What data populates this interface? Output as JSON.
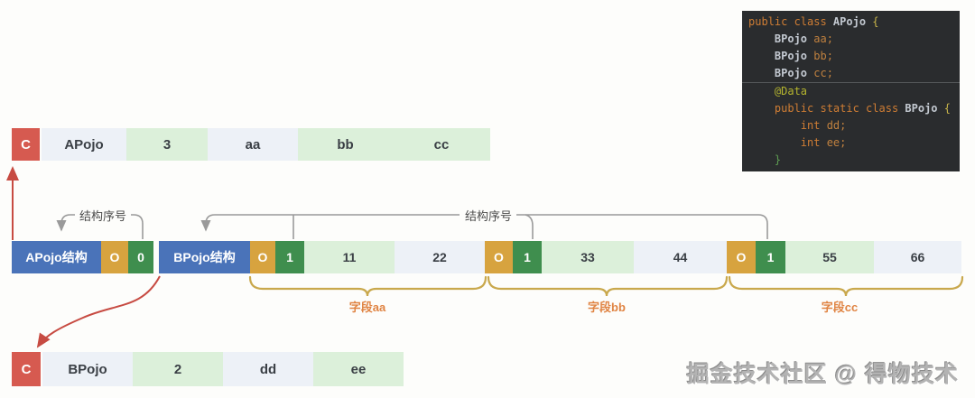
{
  "colors": {
    "red": "#d65a50",
    "blue": "#4a73b9",
    "gold": "#d7a33f",
    "green": "#3f8e4e",
    "lightgreen": "#dcf0da",
    "lightgray": "#edf1f7",
    "dark_text": "#3a3f45",
    "brace_gold": "#c9a84c",
    "field_label_orange": "#e08443",
    "bracket_gray": "#9a9a9a",
    "arrow_red": "#c74b42",
    "code_background": "#2a2c2e"
  },
  "rows": {
    "apojo_class": {
      "cells": [
        {
          "text": "C",
          "style": "red"
        },
        {
          "text": "APojo",
          "style": "lightgray"
        },
        {
          "text": "3",
          "style": "lightgreen"
        },
        {
          "text": "aa",
          "style": "lightgray"
        },
        {
          "text": "bb",
          "style": "lightgreen"
        },
        {
          "text": "cc",
          "style": "lightgreen"
        }
      ]
    },
    "structure": {
      "cells": [
        {
          "text": "APojo结构",
          "style": "blue"
        },
        {
          "text": "O",
          "style": "gold"
        },
        {
          "text": "0",
          "style": "green"
        },
        {
          "text": "BPojo结构",
          "style": "blue"
        },
        {
          "text": "O",
          "style": "gold"
        },
        {
          "text": "1",
          "style": "green"
        },
        {
          "text": "11",
          "style": "lightgreen"
        },
        {
          "text": "22",
          "style": "lightgray"
        },
        {
          "text": "O",
          "style": "gold"
        },
        {
          "text": "1",
          "style": "green"
        },
        {
          "text": "33",
          "style": "lightgreen"
        },
        {
          "text": "44",
          "style": "lightgray"
        },
        {
          "text": "O",
          "style": "gold"
        },
        {
          "text": "1",
          "style": "green"
        },
        {
          "text": "55",
          "style": "lightgreen"
        },
        {
          "text": "66",
          "style": "lightgray"
        }
      ]
    },
    "bpojo_class": {
      "cells": [
        {
          "text": "C",
          "style": "red"
        },
        {
          "text": "BPojo",
          "style": "lightgray"
        },
        {
          "text": "2",
          "style": "lightgreen"
        },
        {
          "text": "dd",
          "style": "lightgray"
        },
        {
          "text": "ee",
          "style": "lightgreen"
        }
      ]
    }
  },
  "annotations": {
    "seq_label_left": "结构序号",
    "seq_label_right": "结构序号",
    "field_braces": [
      {
        "label": "字段aa"
      },
      {
        "label": "字段bb"
      },
      {
        "label": "字段cc"
      }
    ]
  },
  "code_panel": {
    "lines": [
      {
        "sep": false,
        "tokens": [
          [
            "public class ",
            "kw"
          ],
          [
            "APojo ",
            "cls"
          ],
          [
            "{",
            "br"
          ]
        ]
      },
      {
        "sep": false,
        "tokens": [
          [
            "    ",
            "pl"
          ],
          [
            "BPojo ",
            "cls"
          ],
          [
            "aa;",
            "fld"
          ]
        ]
      },
      {
        "sep": false,
        "tokens": [
          [
            "    ",
            "pl"
          ],
          [
            "BPojo ",
            "cls"
          ],
          [
            "bb;",
            "fld"
          ]
        ]
      },
      {
        "sep": true,
        "tokens": [
          [
            "    ",
            "pl"
          ],
          [
            "BPojo ",
            "cls"
          ],
          [
            "cc;",
            "fld"
          ]
        ]
      },
      {
        "sep": false,
        "tokens": [
          [
            "    ",
            "pl"
          ],
          [
            "@Data",
            "ann"
          ]
        ]
      },
      {
        "sep": false,
        "tokens": [
          [
            "    ",
            "pl"
          ],
          [
            "public static class ",
            "kw"
          ],
          [
            "BPojo ",
            "cls"
          ],
          [
            "{",
            "br"
          ]
        ]
      },
      {
        "sep": false,
        "tokens": [
          [
            "        ",
            "pl"
          ],
          [
            "int ",
            "kw"
          ],
          [
            "dd;",
            "fld"
          ]
        ]
      },
      {
        "sep": false,
        "tokens": [
          [
            "        ",
            "pl"
          ],
          [
            "int ",
            "kw"
          ],
          [
            "ee;",
            "fld"
          ]
        ]
      },
      {
        "sep": false,
        "tokens": [
          [
            "    ",
            "pl"
          ],
          [
            "}",
            "cbr"
          ]
        ]
      }
    ]
  },
  "watermark": "掘金技术社区 @ 得物技术"
}
